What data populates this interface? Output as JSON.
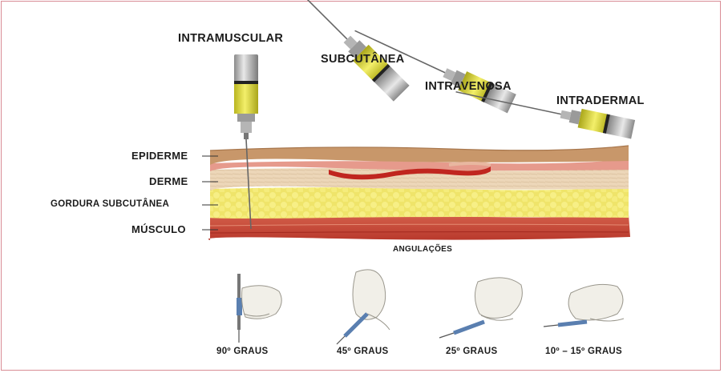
{
  "injection_types": {
    "intramuscular": "INTRAMUSCULAR",
    "subcutaneous": "SUBCUTÂNEA",
    "intravenous": "INTRAVENOSA",
    "intradermal": "INTRADERMAL"
  },
  "layers": {
    "epidermis": "EPIDERME",
    "dermis": "DERME",
    "subcutaneous_fat": "GORDURA SUBCUTÂNEA",
    "muscle": "MÚSCULO"
  },
  "angles": {
    "title": "ANGULAÇÕES",
    "a90": "90º GRAUS",
    "a45": "45º GRAUS",
    "a25": "25º GRAUS",
    "a10_15": "10º – 15º GRAUS"
  },
  "colors": {
    "frame": "#d98c95",
    "epidermis": "#c99a6e",
    "dermis": "#e8d0b2",
    "fat": "#f2e774",
    "muscle": "#c94a3a",
    "vein": "#c0261f",
    "syringe_fluid": "#e6e04a"
  }
}
